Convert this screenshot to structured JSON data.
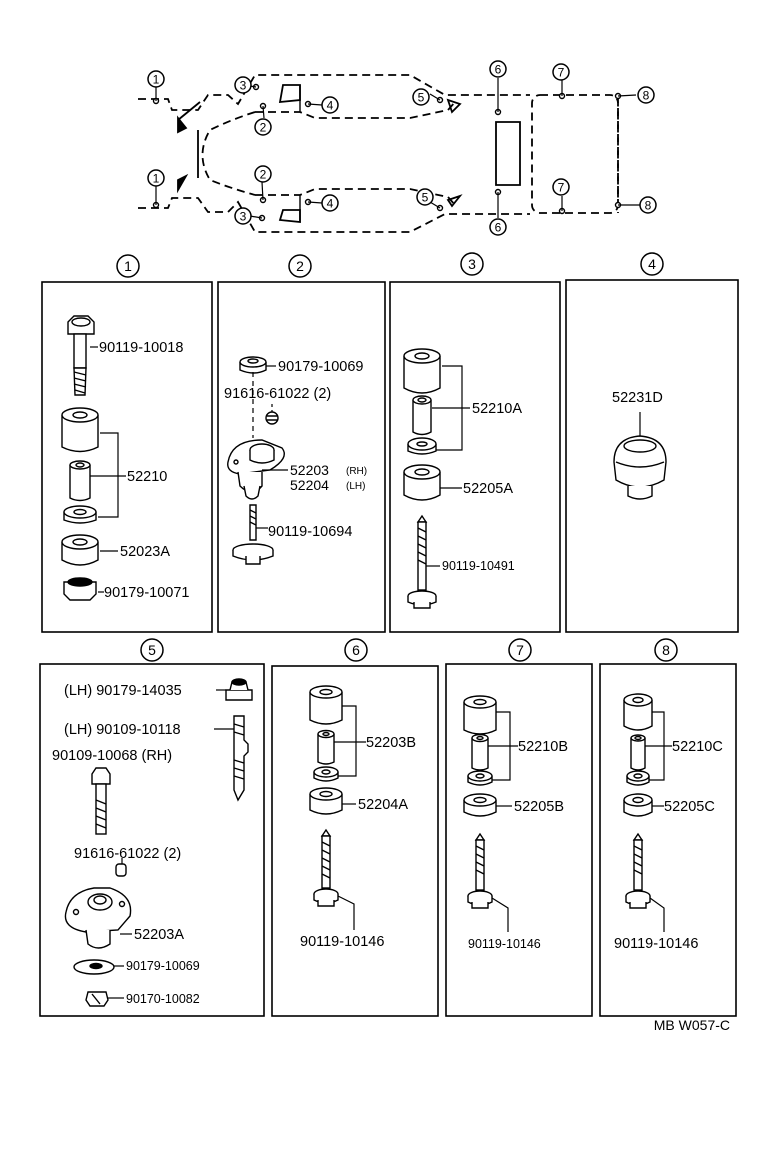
{
  "frame_callouts": [
    "1",
    "1",
    "2",
    "2",
    "3",
    "3",
    "4",
    "4",
    "5",
    "5",
    "6",
    "6",
    "7",
    "7",
    "8",
    "8"
  ],
  "sections": [
    {
      "num": "1",
      "parts": [
        "90119-10018",
        "52210",
        "52023A",
        "90179-10071"
      ]
    },
    {
      "num": "2",
      "parts": [
        "90179-10069",
        "91616-61022 (2)",
        "52203",
        "(RH)",
        "52204",
        "(LH)",
        "90119-10694"
      ]
    },
    {
      "num": "3",
      "parts": [
        "52210A",
        "52205A",
        "90119-10491"
      ]
    },
    {
      "num": "4",
      "parts": [
        "52231D"
      ]
    },
    {
      "num": "5",
      "parts": [
        "(LH) 90179-14035",
        "(LH) 90109-10118",
        "90109-10068 (RH)",
        "91616-61022 (2)",
        "52203A",
        "90179-10069",
        "90170-10082"
      ]
    },
    {
      "num": "6",
      "parts": [
        "52203B",
        "52204A",
        "90119-10146"
      ]
    },
    {
      "num": "7",
      "parts": [
        "52210B",
        "52205B",
        "90119-10146"
      ]
    },
    {
      "num": "8",
      "parts": [
        "52210C",
        "52205C",
        "90119-10146"
      ]
    }
  ],
  "diagram_code": "MB W057-C"
}
